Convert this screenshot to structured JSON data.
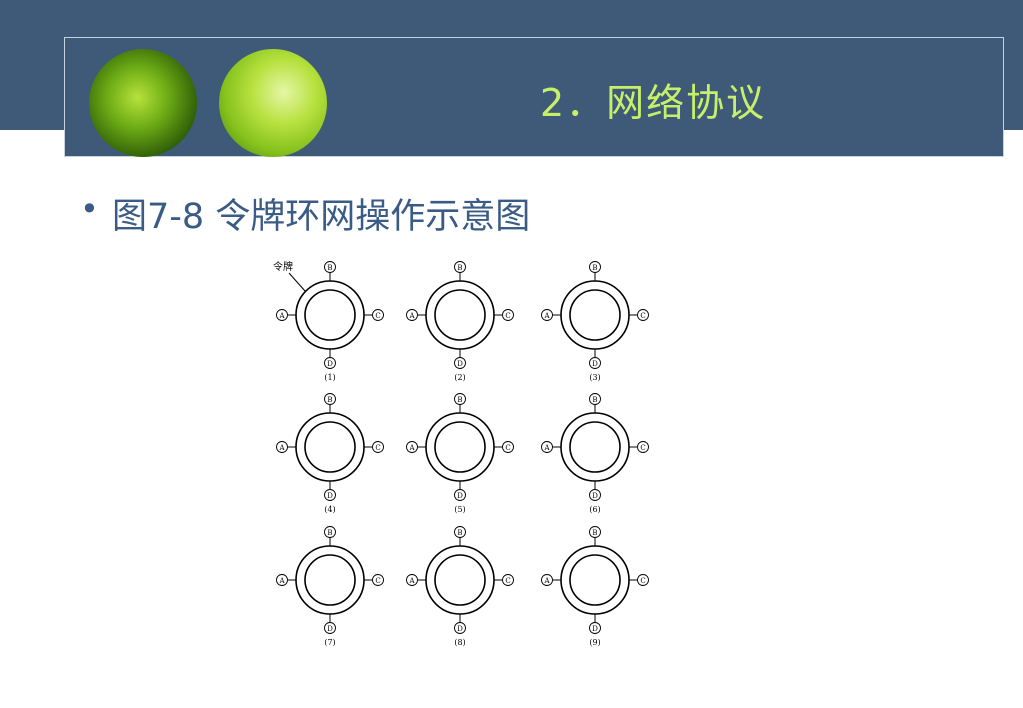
{
  "header": {
    "title": "2．网络协议"
  },
  "slide": {
    "bullet": "•",
    "caption": "图7-8 令牌环网操作示意图"
  },
  "diagram": {
    "token_label": "令牌",
    "stations": [
      "A",
      "B",
      "C",
      "D"
    ],
    "panels": [
      {
        "label": "(1)"
      },
      {
        "label": "(2)"
      },
      {
        "label": "(3)"
      },
      {
        "label": "(4)"
      },
      {
        "label": "(5)"
      },
      {
        "label": "(6)"
      },
      {
        "label": "(7)"
      },
      {
        "label": "(8)"
      },
      {
        "label": "(9)"
      }
    ]
  }
}
